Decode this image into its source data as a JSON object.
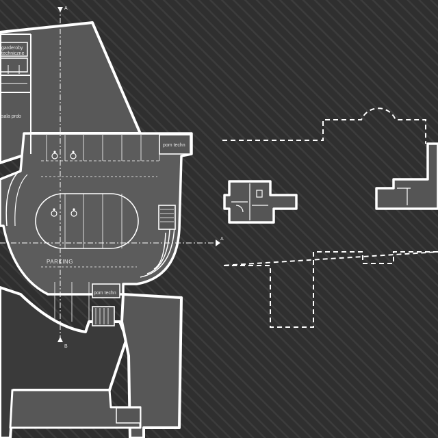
{
  "labels": {
    "parking": "PARKING",
    "pom_techn_top": "pom techn",
    "pom_techn_bottom": "pom techn",
    "sala_prob": "sala prob",
    "garderoby": "garderoby",
    "tech": "techniczne"
  },
  "section_markers": {
    "a_top": "A",
    "a_right": "A",
    "b_bottom": "B"
  },
  "colors": {
    "background": "#2f2f2f",
    "building_fill": "#5a5a5a",
    "dark_block": "#3a3a3a",
    "wall": "#ffffff",
    "hatch": "#3b3b3b"
  }
}
